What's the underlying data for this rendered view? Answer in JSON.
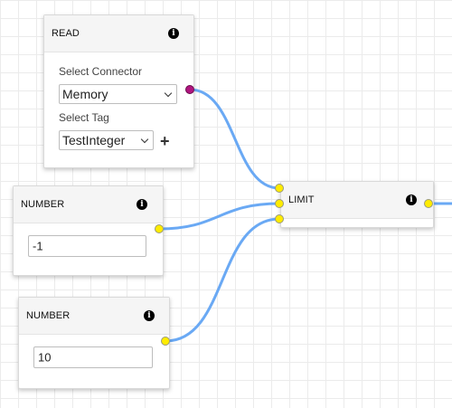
{
  "colors": {
    "wire": "#6aa9f4",
    "port_yellow": "#ffec00",
    "port_magenta": "#b0157f",
    "grid": "#ebebeb"
  },
  "nodes": {
    "read": {
      "title": "READ",
      "connector_label": "Select Connector",
      "connector_value": "Memory",
      "tag_label": "Select Tag",
      "tag_value": "TestInteger",
      "add_tag_glyph": "+",
      "info_glyph": "i"
    },
    "number1": {
      "title": "NUMBER",
      "value": "-1",
      "info_glyph": "i"
    },
    "number2": {
      "title": "NUMBER",
      "value": "10",
      "info_glyph": "i"
    },
    "limit": {
      "title": "LIMIT",
      "info_glyph": "i"
    }
  },
  "icons": [
    "info-icon",
    "chevron-down-icon",
    "plus-icon"
  ]
}
